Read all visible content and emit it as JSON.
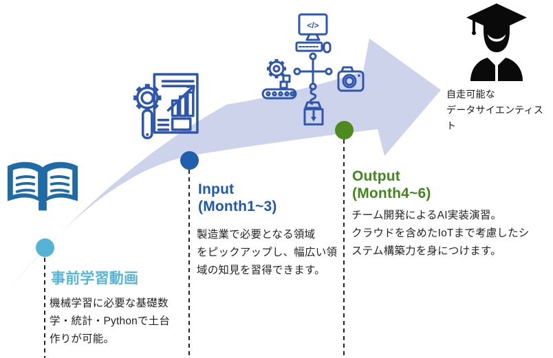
{
  "palette": {
    "arrow": "#cdd3ea",
    "icon_outline_blue": "#2d56ae",
    "book_blue": "#1e6ba8",
    "graduate_black": "#0a0a0a"
  },
  "decor": {
    "monitor_code_glyph": "</>"
  },
  "stages": [
    {
      "key": "prestudy",
      "icon": "open-book-icon",
      "dot_color": "#55b3d6",
      "title": "事前学習動画",
      "title_color": "#56b4d6",
      "body": "機械学習に必要な基礎数\n学・統計・Pythonで土台\n作りが可能。"
    },
    {
      "key": "input",
      "icon": "gear-magnifier-report-icon",
      "dot_color": "#1f5fae",
      "title": "Input\n(Month1~3)",
      "title_color": "#1d57b0",
      "body": "製造業で必要となる領域\nをピックアップし、幅広い領\n域の知見を習得できます。"
    },
    {
      "key": "output",
      "icon": "dev-tools-cluster-icon",
      "dot_color": "#4f8a1e",
      "title": "Output\n(Month4~6)",
      "title_color": "#41871c",
      "body": "チーム開発によるAI実装演習。\nクラウドを含めたIoTまで考慮したシ\nステム構築力を身につけます。"
    }
  ],
  "goal": {
    "icon": "graduate-icon",
    "label": "自走可能な\nデータサイエンティスト",
    "label_color": "#1a1a1a"
  }
}
